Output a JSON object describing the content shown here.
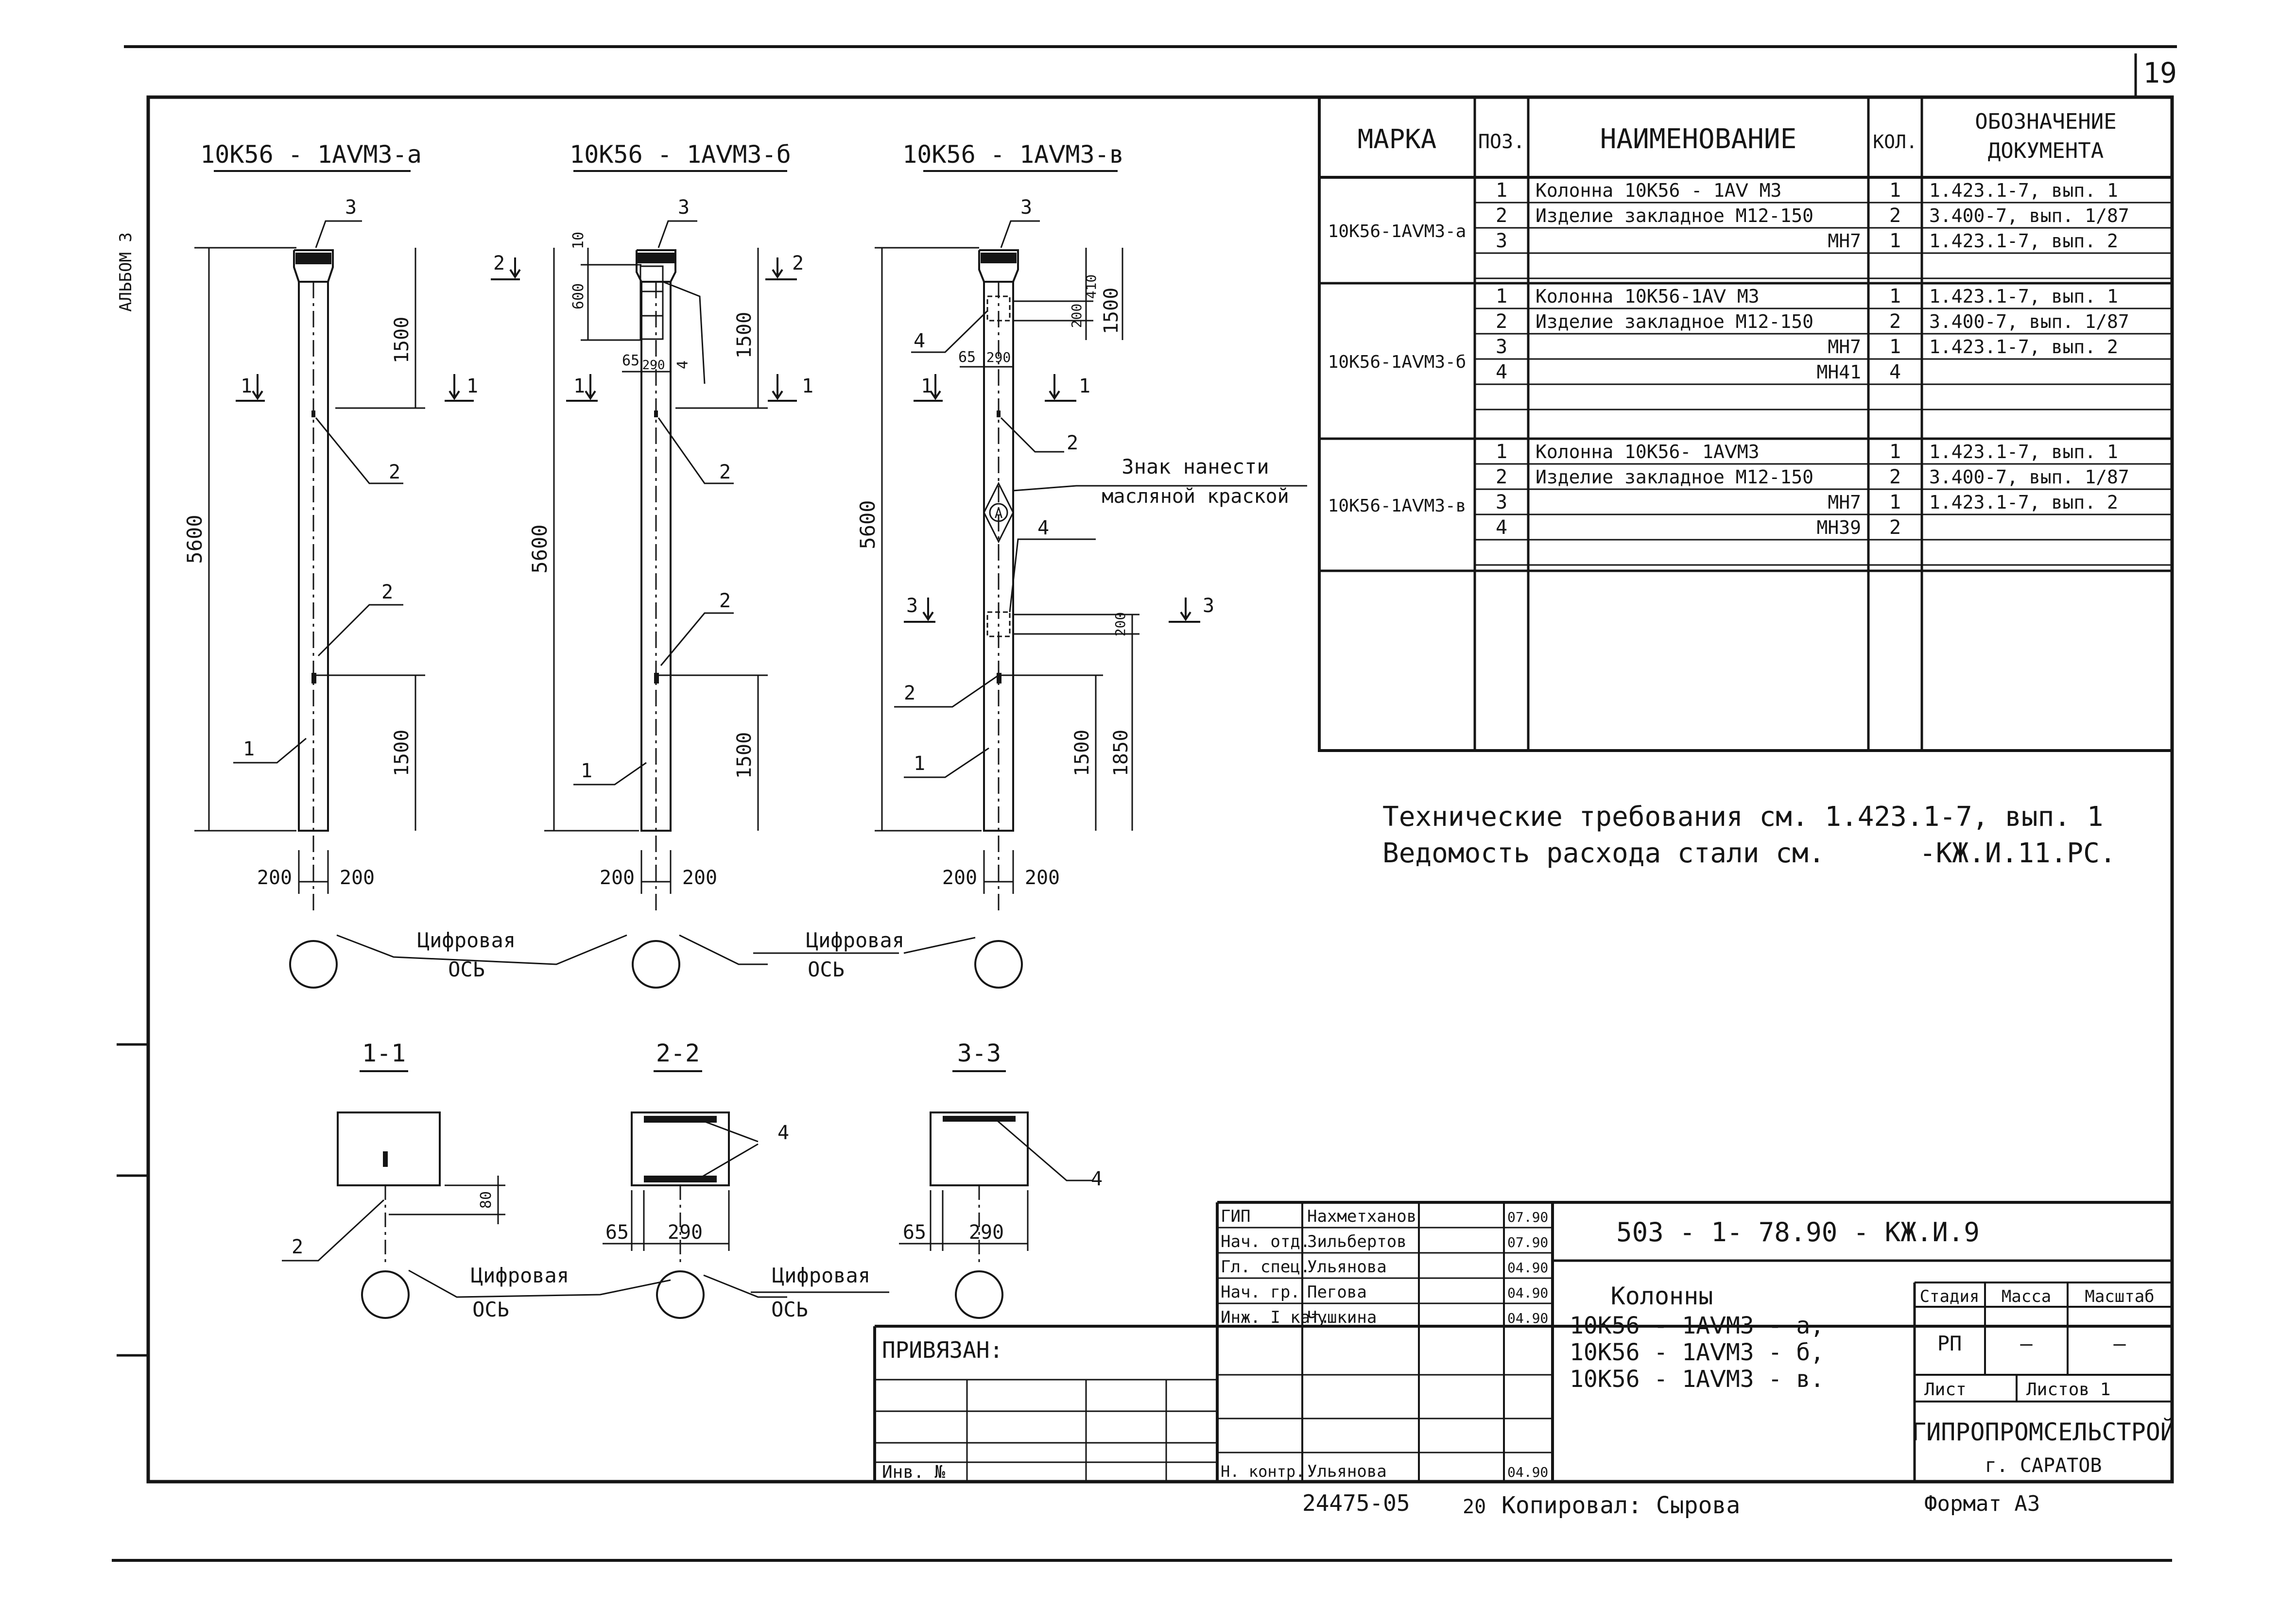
{
  "page_number": "19",
  "margin_stamp": "АЛЬБОМ 3",
  "views": [
    {
      "title": "10К56 - 1АⅤМ3-а",
      "callouts": {
        "top": "3",
        "cap": "2",
        "leader_mid": "2",
        "bottom": "1"
      },
      "dims": {
        "total": "5600",
        "top": "1500",
        "bottom": "1500",
        "left_w": "200",
        "right_w": "200"
      },
      "section_mark": "1",
      "axis_label_1": "Цифровая",
      "axis_label_2": "ОСЬ"
    },
    {
      "title": "10К56 - 1АⅤМ3-б",
      "callouts": {
        "top": "3",
        "cap": "2",
        "leader_mid": "2",
        "bottom": "1",
        "emb": "4"
      },
      "dims": {
        "total": "5600",
        "top": "1500",
        "bottom": "1500",
        "left_w": "200",
        "right_w": "200",
        "d10": "10",
        "d600": "600",
        "d65": "65",
        "d290": "290"
      },
      "section_mark": "1",
      "section_mark_2": "2",
      "axis_label_1": "Цифровая",
      "axis_label_2": "ОСЬ"
    },
    {
      "title": "10К56 - 1АⅤМ3-в",
      "callouts": {
        "top": "3",
        "cap": "2",
        "leader_mid": "2",
        "bottom": "1",
        "emb_top": "4",
        "emb_mid": "4"
      },
      "dims": {
        "total": "5600",
        "top": "1500",
        "d200": "200",
        "d410": "410",
        "d200b": "200",
        "d1500": "1500",
        "d1850": "1850",
        "d65": "65",
        "d290": "290",
        "left_w": "200",
        "right_w": "200"
      },
      "section_mark": "1",
      "section_mark_3": "3",
      "note_line_1": "Знак нанести",
      "note_line_2": "масляной краской",
      "marker": "А"
    }
  ],
  "sections": [
    {
      "title": "1-1",
      "pos": "2",
      "dim": "80",
      "axis_label_1": "Цифровая",
      "axis_label_2": "ОСЬ"
    },
    {
      "title": "2-2",
      "pos": "4",
      "d65": "65",
      "d290": "290",
      "axis_label_1": "Цифровая",
      "axis_label_2": "ОСЬ"
    },
    {
      "title": "3-3",
      "pos": "4",
      "d65": "65",
      "d290": "290"
    }
  ],
  "spec": {
    "headers": [
      "МАРКА",
      "ПОЗ.",
      "НАИМЕНОВАНИЕ",
      "КОЛ.",
      "ОБОЗНАЧЕНИЕ",
      "ДОКУМЕНТА"
    ],
    "groups": [
      {
        "mark": "10К56-1АⅤМ3-а",
        "rows": [
          {
            "pos": "1",
            "name": "Колонна 10К56 - 1АⅤ М3",
            "qty": "1",
            "doc": "1.423.1-7, вып. 1"
          },
          {
            "pos": "2",
            "name": "Изделие закладное М12-150",
            "qty": "2",
            "doc": "3.400-7, вып. 1/87"
          },
          {
            "pos": "3",
            "name": "МН7",
            "qty": "1",
            "doc": "1.423.1-7, вып. 2"
          },
          {
            "pos": "",
            "name": "",
            "qty": "",
            "doc": ""
          }
        ]
      },
      {
        "mark": "10К56-1АⅤМ3-б",
        "rows": [
          {
            "pos": "1",
            "name": "Колонна 10К56-1АⅤ М3",
            "qty": "1",
            "doc": "1.423.1-7, вып. 1"
          },
          {
            "pos": "2",
            "name": "Изделие закладное М12-150",
            "qty": "2",
            "doc": "3.400-7, вып. 1/87"
          },
          {
            "pos": "3",
            "name": "МН7",
            "qty": "1",
            "doc": "1.423.1-7, вып. 2"
          },
          {
            "pos": "4",
            "name": "МН41",
            "qty": "4",
            "doc": ""
          },
          {
            "pos": "",
            "name": "",
            "qty": "",
            "doc": ""
          }
        ]
      },
      {
        "mark": "10К56-1АⅤМ3-в",
        "rows": [
          {
            "pos": "1",
            "name": "Колонна 10К56- 1АⅤМ3",
            "qty": "1",
            "doc": "1.423.1-7, вып. 1"
          },
          {
            "pos": "2",
            "name": "Изделие закладное М12-150",
            "qty": "2",
            "doc": "3.400-7, вып. 1/87"
          },
          {
            "pos": "3",
            "name": "МН7",
            "qty": "1",
            "doc": "1.423.1-7, вып. 2"
          },
          {
            "pos": "4",
            "name": "МН39",
            "qty": "2",
            "doc": ""
          },
          {
            "pos": "",
            "name": "",
            "qty": "",
            "doc": ""
          }
        ]
      }
    ]
  },
  "notes": [
    "Технические требования см. 1.423.1-7, вып. 1",
    "Ведомость расхода стали см.",
    "-КЖ.И.11.РС."
  ],
  "title_block": {
    "code": "503 - 1- 78.90 - КЖ.И.9",
    "title_lines": [
      "Колонны",
      "10К56 - 1АⅤМ3 - а,",
      "10К56 - 1АⅤМ3 - б,",
      "10К56 - 1АⅤМ3 - в."
    ],
    "headers": [
      "Стадия",
      "Масса",
      "Масштаб"
    ],
    "stage": "РП",
    "mass": "—",
    "scale": "—",
    "sheet_label": "Лист",
    "sheets_label": "Листов 1",
    "org": "ГИПРОПРОМСЕЛЬСТРОЙ",
    "city": "г. САРАТОВ",
    "signatures": [
      {
        "role": "ГИП",
        "name": "Нахметханов",
        "date": "07.90"
      },
      {
        "role": "Нач. отд.",
        "name": "Зильбертов",
        "date": "07.90"
      },
      {
        "role": "Гл. спец.",
        "name": "Ульянова",
        "date": "04.90"
      },
      {
        "role": "Нач. гр.",
        "name": "Пегова",
        "date": "04.90"
      },
      {
        "role": "Инж. I кат.",
        "name": "Чушкина",
        "date": "04.90"
      }
    ],
    "control": {
      "role": "Н. контр.",
      "name": "Ульянова",
      "date": "04.90"
    },
    "bound_label": "ПРИВЯЗАН:",
    "inv_label": "Инв. №"
  },
  "footer": {
    "number": "24475-05",
    "sheet": "20",
    "copied": "Копировал: Сырова",
    "format": "Формат А3"
  }
}
